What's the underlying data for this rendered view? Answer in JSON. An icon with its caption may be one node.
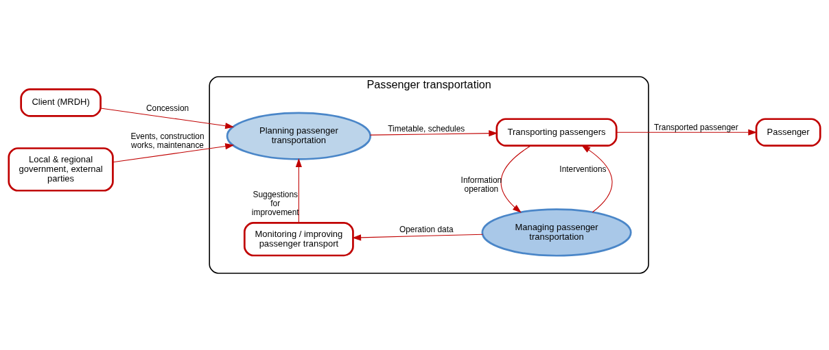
{
  "diagram": {
    "nodes": [
      {
        "text": [
          "Passenger transportation"
        ]
      },
      {
        "text": [
          "Client (MRDH)"
        ]
      },
      {
        "text": [
          "Local & regional government, external parties"
        ]
      },
      {
        "text": [
          "Planning passenger transportation"
        ],
        "in": 0
      },
      {
        "text": [
          "Transporting passengers"
        ],
        "in": 0
      },
      {
        "text": [
          "Monitoring / improving passenger transport"
        ],
        "in": 0
      },
      {
        "text": [
          "Managing passenger transportation"
        ],
        "in": 0
      },
      {
        "text": [
          "Passenger"
        ]
      }
    ],
    "edges": [
      {
        "from": 1,
        "to": 3,
        "arrow": "to",
        "label": "Concession"
      },
      {
        "from": 2,
        "to": 3,
        "arrow": "to",
        "label": "Events, construction works, maintenance"
      },
      {
        "from": 3,
        "to": 4,
        "arrow": "to",
        "label": "Timetable, schedules"
      },
      {
        "from": 4,
        "to": 7,
        "arrow": "to",
        "label": "Transported passenger"
      },
      {
        "from": 6,
        "to": 4,
        "arrow": "to",
        "label": "Interventions"
      },
      {
        "from": 4,
        "to": 6,
        "arrow": "to",
        "label": "Information operation"
      },
      {
        "from": 6,
        "to": 5,
        "arrow": "to",
        "label": "Operation data"
      },
      {
        "from": 5,
        "to": 3,
        "arrow": "to",
        "label": "Suggestions for improvement"
      }
    ]
  }
}
